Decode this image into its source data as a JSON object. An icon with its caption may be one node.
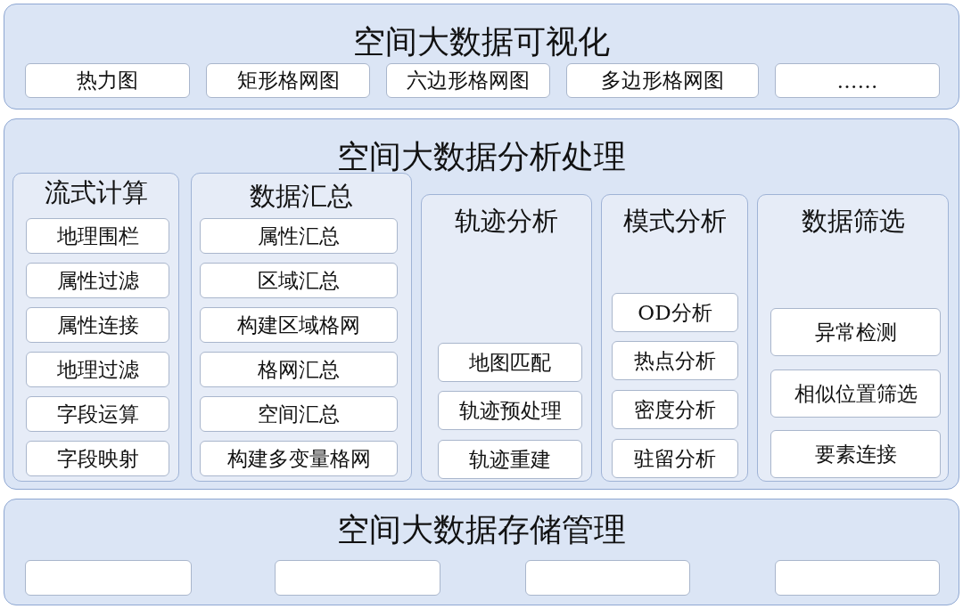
{
  "diagram": {
    "nodes": [
      {
        "text": [
          "空间大数据可视化"
        ]
      },
      {
        "text": [
          "热力图"
        ],
        "in": 0
      },
      {
        "text": [
          "矩形格网图"
        ],
        "in": 0
      },
      {
        "text": [
          "六边形格网图"
        ],
        "in": 0
      },
      {
        "text": [
          "多边形格网图"
        ],
        "in": 0
      },
      {
        "text": [
          "……"
        ],
        "in": 0
      },
      {
        "text": [
          "空间大数据分析处理"
        ]
      },
      {
        "text": [
          "流式计算"
        ],
        "in": 6
      },
      {
        "text": [
          "地理围栏"
        ],
        "in": 7
      },
      {
        "text": [
          "属性过滤"
        ],
        "in": 7
      },
      {
        "text": [
          "属性连接"
        ],
        "in": 7
      },
      {
        "text": [
          "地理过滤"
        ],
        "in": 7
      },
      {
        "text": [
          "字段运算"
        ],
        "in": 7
      },
      {
        "text": [
          "字段映射"
        ],
        "in": 7
      },
      {
        "text": [
          "数据汇总"
        ],
        "in": 6
      },
      {
        "text": [
          "属性汇总"
        ],
        "in": 14
      },
      {
        "text": [
          "区域汇总"
        ],
        "in": 14
      },
      {
        "text": [
          "构建区域格网"
        ],
        "in": 14
      },
      {
        "text": [
          "格网汇总"
        ],
        "in": 14
      },
      {
        "text": [
          "空间汇总"
        ],
        "in": 14
      },
      {
        "text": [
          "构建多变量格网"
        ],
        "in": 14
      },
      {
        "text": [
          "轨迹分析"
        ],
        "in": 6
      },
      {
        "text": [
          "地图匹配"
        ],
        "in": 21
      },
      {
        "text": [
          "轨迹预处理"
        ],
        "in": 21
      },
      {
        "text": [
          "轨迹重建"
        ],
        "in": 21
      },
      {
        "text": [
          "模式分析"
        ],
        "in": 6
      },
      {
        "text": [
          "OD分析"
        ],
        "in": 25
      },
      {
        "text": [
          "热点分析"
        ],
        "in": 25
      },
      {
        "text": [
          "密度分析"
        ],
        "in": 25
      },
      {
        "text": [
          "驻留分析"
        ],
        "in": 25
      },
      {
        "text": [
          "数据筛选"
        ],
        "in": 6
      },
      {
        "text": [
          "异常检测"
        ],
        "in": 30
      },
      {
        "text": [
          "相似位置筛选"
        ],
        "in": 30
      },
      {
        "text": [
          "要素连接"
        ],
        "in": 30
      },
      {
        "text": [
          "空间大数据存储管理"
        ]
      },
      {
        "text": [],
        "shape": "box",
        "in": 34
      },
      {
        "text": [],
        "shape": "box",
        "in": 34
      },
      {
        "text": [],
        "shape": "box",
        "in": 34
      },
      {
        "text": [],
        "shape": "box",
        "in": 34
      }
    ]
  }
}
